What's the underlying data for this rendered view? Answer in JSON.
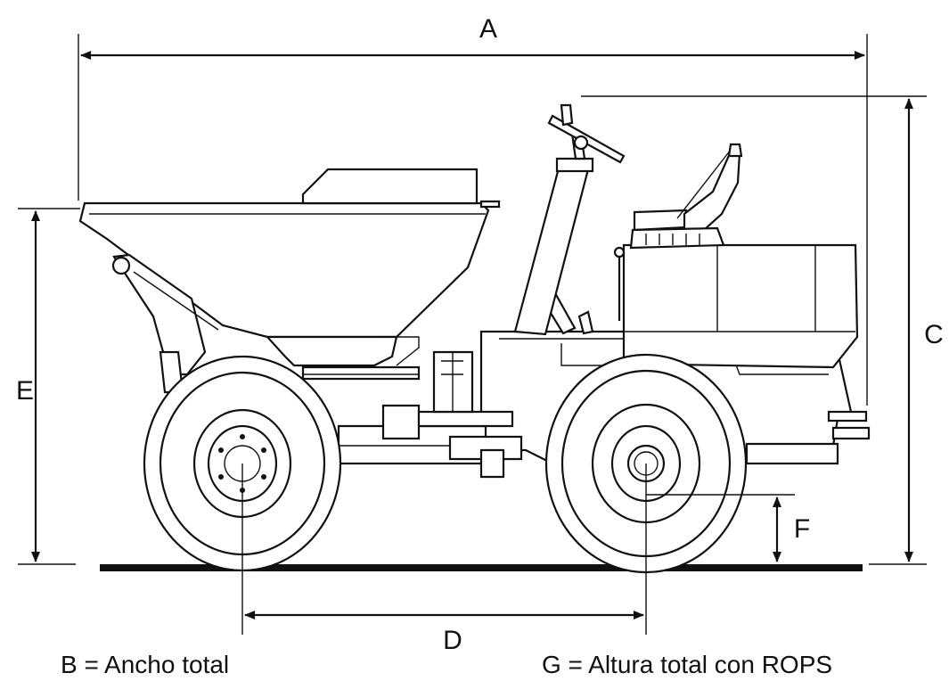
{
  "dimensions": {
    "A": "A",
    "C": "C",
    "D": "D",
    "E": "E",
    "F": "F"
  },
  "notes": {
    "b": "B = Ancho total",
    "g": "G = Altura total con ROPS"
  }
}
